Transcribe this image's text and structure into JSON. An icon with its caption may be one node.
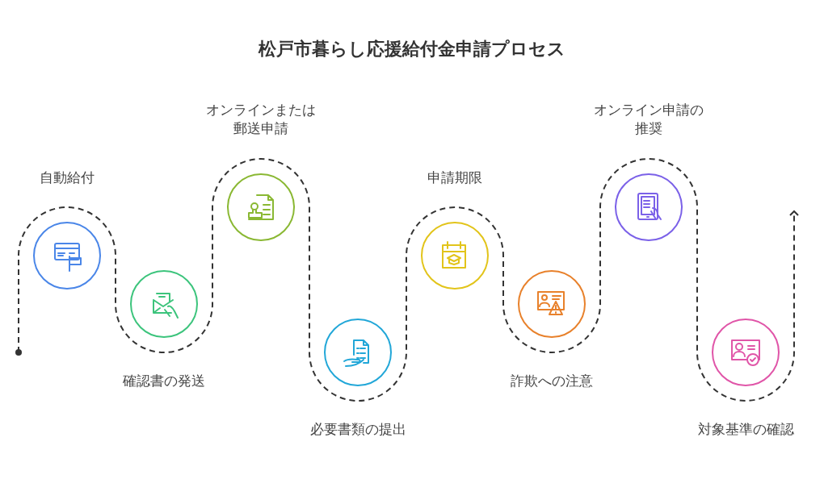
{
  "diagram": {
    "title": "松戸市暮らし応援給付金申請プロセス",
    "nodes": [
      {
        "text": [
          "自動給付"
        ]
      },
      {
        "text": [
          "確認書の発送"
        ]
      },
      {
        "text": [
          "オンラインまたは郵送申請"
        ]
      },
      {
        "text": [
          "必要書類の提出"
        ]
      },
      {
        "text": [
          "申請期限"
        ]
      },
      {
        "text": [
          "詐欺への注意"
        ]
      },
      {
        "text": [
          "オンライン申請の推奨"
        ]
      },
      {
        "text": [
          "対象基準の確認"
        ]
      }
    ]
  }
}
